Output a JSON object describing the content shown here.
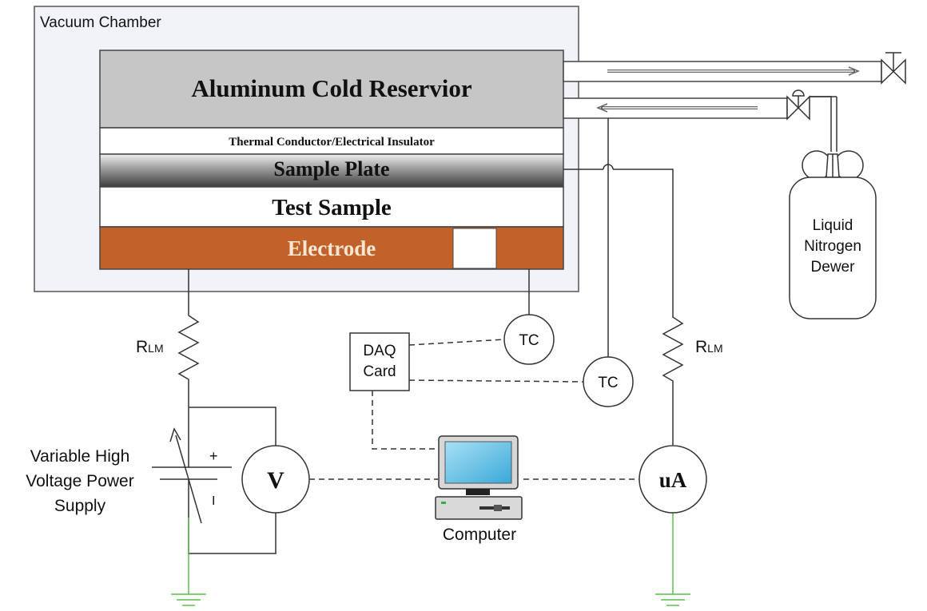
{
  "chamber": {
    "label": "Vacuum Chamber"
  },
  "layers": {
    "reservoir": "Aluminum Cold Reservior",
    "insulator": "Thermal Conductor/Electrical Insulator",
    "plate": "Sample Plate",
    "sample": "Test Sample",
    "electrode": "Electrode"
  },
  "dewar": {
    "line1": "Liquid",
    "line2": "Nitrogen",
    "line3": "Dewer"
  },
  "resistor": {
    "main": "R",
    "sub": "LM"
  },
  "sensors": {
    "tc": "TC"
  },
  "daq": {
    "line1": "DAQ",
    "line2": "Card"
  },
  "meters": {
    "voltmeter": "V",
    "ammeter": "uA"
  },
  "power_supply": {
    "line1": "Variable High",
    "line2": "Voltage Power",
    "line3": "Supply",
    "plus": "+",
    "minus": "I"
  },
  "computer": {
    "label": "Computer"
  },
  "colors": {
    "chamber_fill": "#f1f3f8",
    "reservoir": "#c6c6c6",
    "electrode": "#c0622a",
    "ground": "#5cbf4e",
    "screen": "#6fc6ea"
  }
}
